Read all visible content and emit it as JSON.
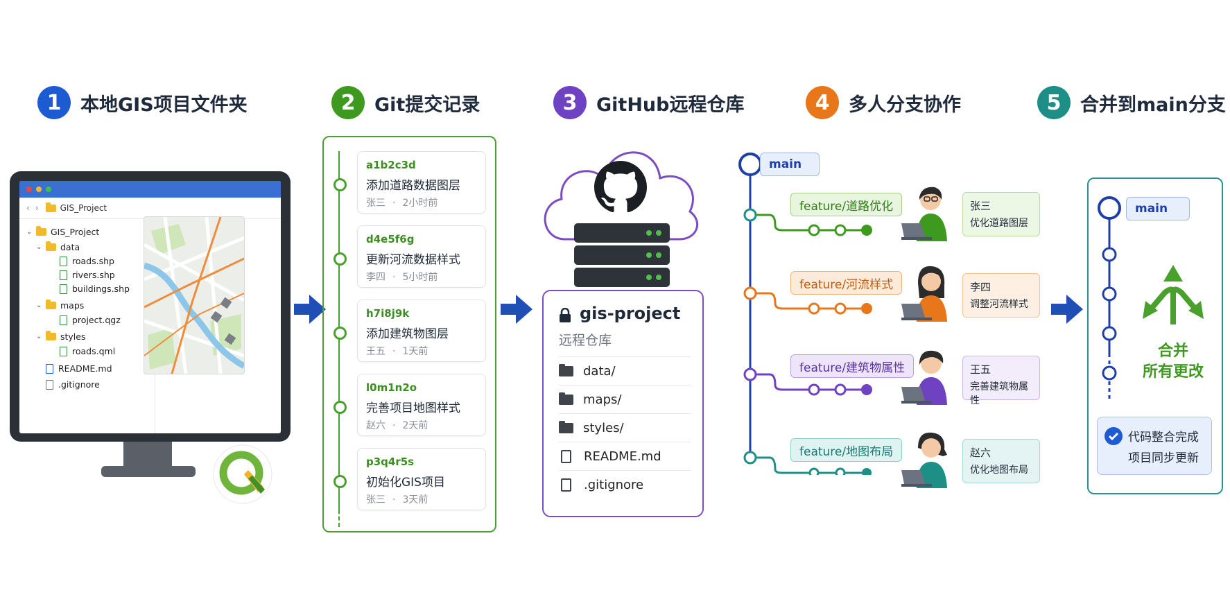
{
  "steps": [
    {
      "num": "1",
      "title": "本地GIS项目文件夹",
      "color": "#1c5bd1"
    },
    {
      "num": "2",
      "title": "Git提交记录",
      "color": "#3e9a1f"
    },
    {
      "num": "3",
      "title": "GitHub远程仓库",
      "color": "#6f42c1"
    },
    {
      "num": "4",
      "title": "多人分支协作",
      "color": "#e8761a"
    },
    {
      "num": "5",
      "title": "合并到main分支",
      "color": "#1e8f87"
    }
  ],
  "explorer": {
    "path": "GIS_Project",
    "tree": [
      "GIS_Project",
      "data",
      "roads.shp",
      "rivers.shp",
      "buildings.shp",
      "maps",
      "project.qgz",
      "styles",
      "roads.qml",
      "README.md",
      ".gitignore"
    ]
  },
  "commits": [
    {
      "hash": "a1b2c3d",
      "message": "添加道路数据图层",
      "author": "张三",
      "time": "2小时前"
    },
    {
      "hash": "d4e5f6g",
      "message": "更新河流数据样式",
      "author": "李四",
      "time": "5小时前"
    },
    {
      "hash": "h7i8j9k",
      "message": "添加建筑物图层",
      "author": "王五",
      "time": "1天前"
    },
    {
      "hash": "l0m1n2o",
      "message": "完善项目地图样式",
      "author": "赵六",
      "time": "2天前"
    },
    {
      "hash": "p3q4r5s",
      "message": "初始化GIS项目",
      "author": "张三",
      "time": "3天前"
    }
  ],
  "repo": {
    "name": "gis-project",
    "subtitle": "远程仓库",
    "entries": [
      {
        "name": "data/",
        "kind": "folder"
      },
      {
        "name": "maps/",
        "kind": "folder"
      },
      {
        "name": "styles/",
        "kind": "folder"
      },
      {
        "name": "README.md",
        "kind": "file"
      },
      {
        "name": ".gitignore",
        "kind": "file"
      }
    ]
  },
  "branches": {
    "main_label": "main",
    "items": [
      {
        "branch": "feature/道路优化",
        "person": "张三",
        "task": "优化道路图层",
        "color": "#3e9a1f"
      },
      {
        "branch": "feature/河流样式",
        "person": "李四",
        "task": "调整河流样式",
        "color": "#e8761a"
      },
      {
        "branch": "feature/建筑物属性",
        "person": "王五",
        "task": "完善建筑物属性",
        "color": "#6f42c1"
      },
      {
        "branch": "feature/地图布局",
        "person": "赵六",
        "task": "优化地图布局",
        "color": "#1e8f87"
      }
    ]
  },
  "merge": {
    "main_label": "main",
    "merge_line1": "合并",
    "merge_line2": "所有更改",
    "done_line1": "代码整合完成",
    "done_line2": "项目同步更新"
  },
  "icons": [
    "github-icon",
    "lock-icon",
    "qgis-logo-icon",
    "check-icon",
    "merge-arrows-icon"
  ]
}
